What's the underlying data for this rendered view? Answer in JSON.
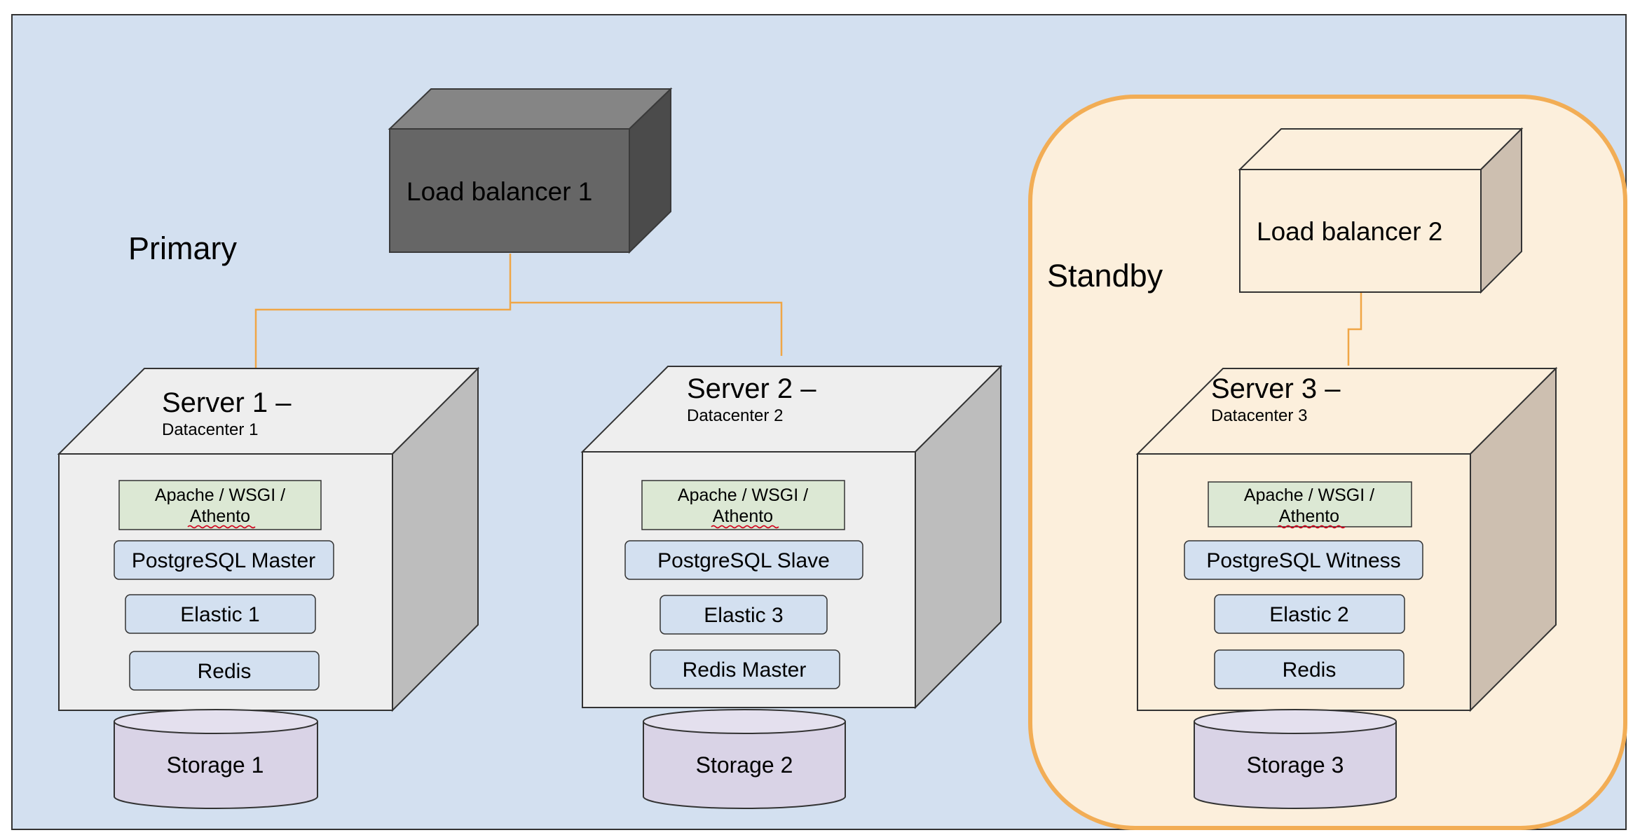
{
  "regions": {
    "primary": {
      "label": "Primary",
      "color": "#d3e0f0"
    },
    "standby": {
      "label": "Standby",
      "color": "#fcefdc",
      "border": "#f2ad55"
    }
  },
  "load_balancers": [
    {
      "label": "Load balancer 1"
    },
    {
      "label": "Load balancer 2"
    }
  ],
  "servers": [
    {
      "title": "Server 1 –",
      "subtitle": "Datacenter 1",
      "app_line1": "Apache / WSGI /",
      "app_line2": "Athento",
      "services": [
        "PostgreSQL Master",
        "Elastic 1",
        "Redis"
      ],
      "storage": "Storage 1"
    },
    {
      "title": "Server 2 –",
      "subtitle": "Datacenter 2",
      "app_line1": "Apache / WSGI /",
      "app_line2": "Athento",
      "services": [
        "PostgreSQL Slave",
        "Elastic 3",
        "Redis Master"
      ],
      "storage": "Storage 2"
    },
    {
      "title": "Server 3 –",
      "subtitle": "Datacenter 3",
      "app_line1": "Apache / WSGI /",
      "app_line2": "Athento",
      "services": [
        "PostgreSQL Witness",
        "Elastic 2",
        "Redis"
      ],
      "storage": "Storage 3"
    }
  ],
  "colors": {
    "connector": "#f0a646",
    "app_box": "#dce8d4",
    "service_box": "#d3e0f0",
    "storage": "#d9d3e6",
    "server_face_primary": "#eeeeee",
    "server_side_primary": "#bdbdbd",
    "server_face_standby": "#fcefdc",
    "server_side_standby": "#cdbfb0"
  }
}
